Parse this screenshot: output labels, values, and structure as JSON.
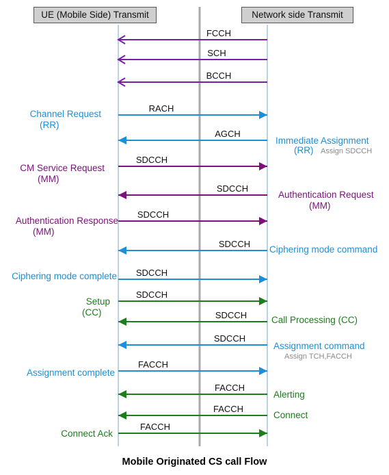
{
  "headers": {
    "ue": "UE (Mobile Side) Transmit",
    "network": "Network side Transmit"
  },
  "title": "Mobile Originated CS call Flow",
  "colors": {
    "purple": "#7a1fa2",
    "blue": "#1d8fd6",
    "dark_purple": "#7b117b",
    "green": "#1b7d1b",
    "gray_note": "#8a8a8a",
    "lifeline": "#b9d4ea",
    "center": "#a8a8a8"
  },
  "messages": [
    {
      "channel": "FCCH",
      "dir": "down",
      "color": "purple",
      "open": true
    },
    {
      "channel": "SCH",
      "dir": "down",
      "color": "purple",
      "open": true
    },
    {
      "channel": "BCCH",
      "dir": "down",
      "color": "purple",
      "open": true
    },
    {
      "channel": "RACH",
      "dir": "up",
      "color": "blue",
      "left": [
        "Channel Request",
        "(RR)"
      ]
    },
    {
      "channel": "AGCH",
      "dir": "down",
      "color": "blue",
      "right": [
        "Immediate Assignment",
        "(RR)"
      ],
      "note": "Assign SDCCH"
    },
    {
      "channel": "SDCCH",
      "dir": "up",
      "color": "dark_purple",
      "left": [
        "CM Service Request",
        "(MM)"
      ]
    },
    {
      "channel": "SDCCH",
      "dir": "down",
      "color": "dark_purple",
      "right": [
        "Authentication Request",
        "(MM)"
      ]
    },
    {
      "channel": "SDCCH",
      "dir": "up",
      "color": "dark_purple",
      "left": [
        "Authentication Response",
        "(MM)"
      ]
    },
    {
      "channel": "SDCCH",
      "dir": "down",
      "color": "blue",
      "right": [
        "Ciphering mode command"
      ]
    },
    {
      "channel": "SDCCH",
      "dir": "up",
      "color": "blue",
      "left": [
        "Ciphering mode complete"
      ]
    },
    {
      "channel": "SDCCH",
      "dir": "up",
      "color": "green",
      "left": [
        "Setup",
        "(CC)"
      ]
    },
    {
      "channel": "SDCCH",
      "dir": "down",
      "color": "green",
      "right": [
        "Call Processing  (CC)"
      ]
    },
    {
      "channel": "SDCCH",
      "dir": "down",
      "color": "blue",
      "right": [
        "Assignment command"
      ],
      "note": "Assign TCH,FACCH"
    },
    {
      "channel": "FACCH",
      "dir": "up",
      "color": "blue",
      "left": [
        "Assignment complete"
      ]
    },
    {
      "channel": "FACCH",
      "dir": "down",
      "color": "green",
      "right": [
        "Alerting"
      ]
    },
    {
      "channel": "FACCH",
      "dir": "down",
      "color": "green",
      "right": [
        "Connect"
      ]
    },
    {
      "channel": "FACCH",
      "dir": "up",
      "color": "green",
      "left": [
        "Connect Ack"
      ]
    }
  ]
}
